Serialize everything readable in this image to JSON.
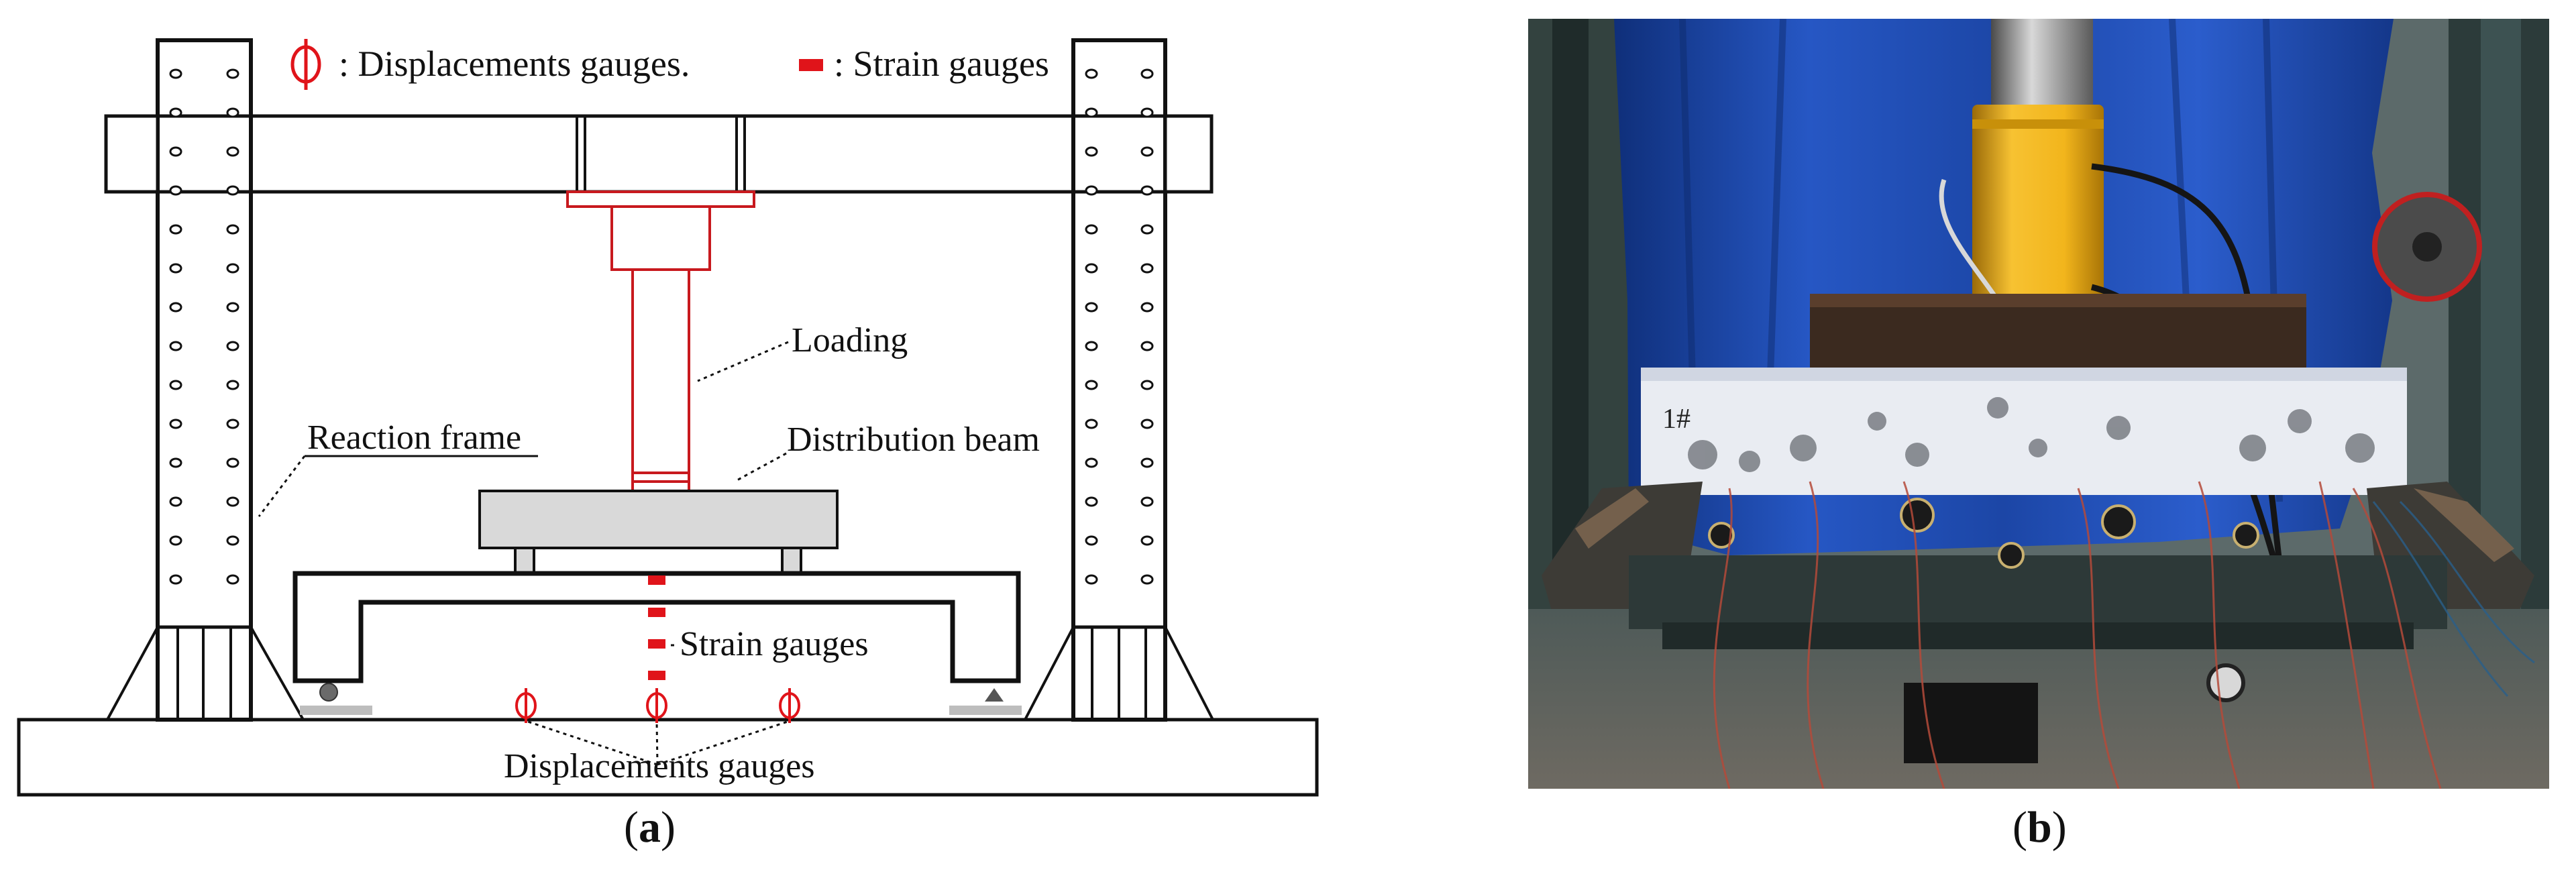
{
  "panel_a": {
    "legend": {
      "displacement_label": ": Displacements gauges.",
      "strain_label": ": Strain gauges"
    },
    "labels": {
      "loading": "Loading",
      "reaction_frame": "Reaction frame",
      "distribution_beam": "Distribution beam",
      "strain_gauges": "Strain gauges",
      "displacement_gauges": "Displacements gauges"
    },
    "caption": {
      "open": "(",
      "letter": "a",
      "close": ")"
    }
  },
  "panel_b": {
    "photo_mark": "1#",
    "caption": {
      "open": "(",
      "letter": "b",
      "close": ")"
    }
  },
  "colors": {
    "gauge_red": "#e0141a",
    "actuator_yellow": "#f2b51c",
    "curtain_blue": "#1c4cb0",
    "steel_dark": "#3a4646"
  },
  "icons": [
    "displacement-gauge-icon",
    "strain-gauge-icon",
    "pin-support-icon",
    "roller-support-icon"
  ]
}
